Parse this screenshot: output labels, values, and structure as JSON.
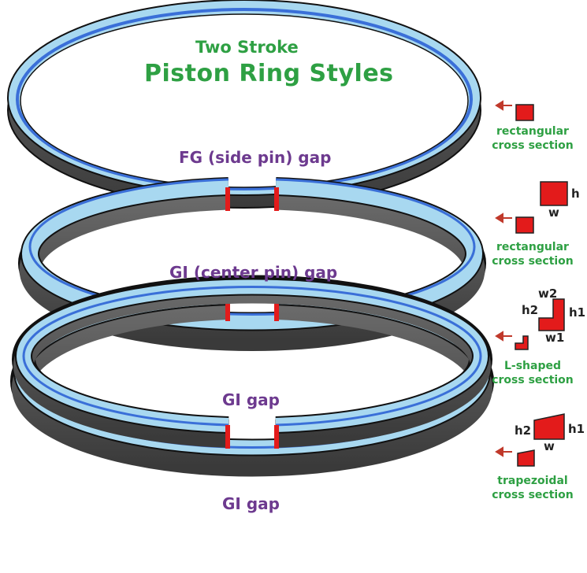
{
  "title": {
    "line1": "Two Stroke",
    "line2": "Piston Ring Styles"
  },
  "gaps": [
    "FG (side pin) gap",
    "GI (center pin) gap",
    "GI gap",
    "GI gap"
  ],
  "cross_sections": [
    {
      "line1": "rectangular",
      "line2": "cross section"
    },
    {
      "line1": "rectangular",
      "line2": "cross section"
    },
    {
      "line1": "L-shaped",
      "line2": "cross section"
    },
    {
      "line1": "trapezoidal",
      "line2": "cross section"
    }
  ],
  "dimension_labels": {
    "rect_h": "h",
    "rect_w": "w",
    "l_w2": "w2",
    "l_h2": "h2",
    "l_h1": "h1",
    "l_w1": "w1",
    "trap_h2": "h2",
    "trap_h1": "h1",
    "trap_w": "w"
  },
  "colors": {
    "ring_face": "#a8d8f0",
    "ring_inner_edge": "#3a6fd8",
    "ring_side": "#555555",
    "ring_outline": "#111111",
    "section_fill": "#e31b1b",
    "arrow": "#c0392b",
    "title_green": "#2ea043",
    "gap_label_purple": "#6d3a8f"
  }
}
